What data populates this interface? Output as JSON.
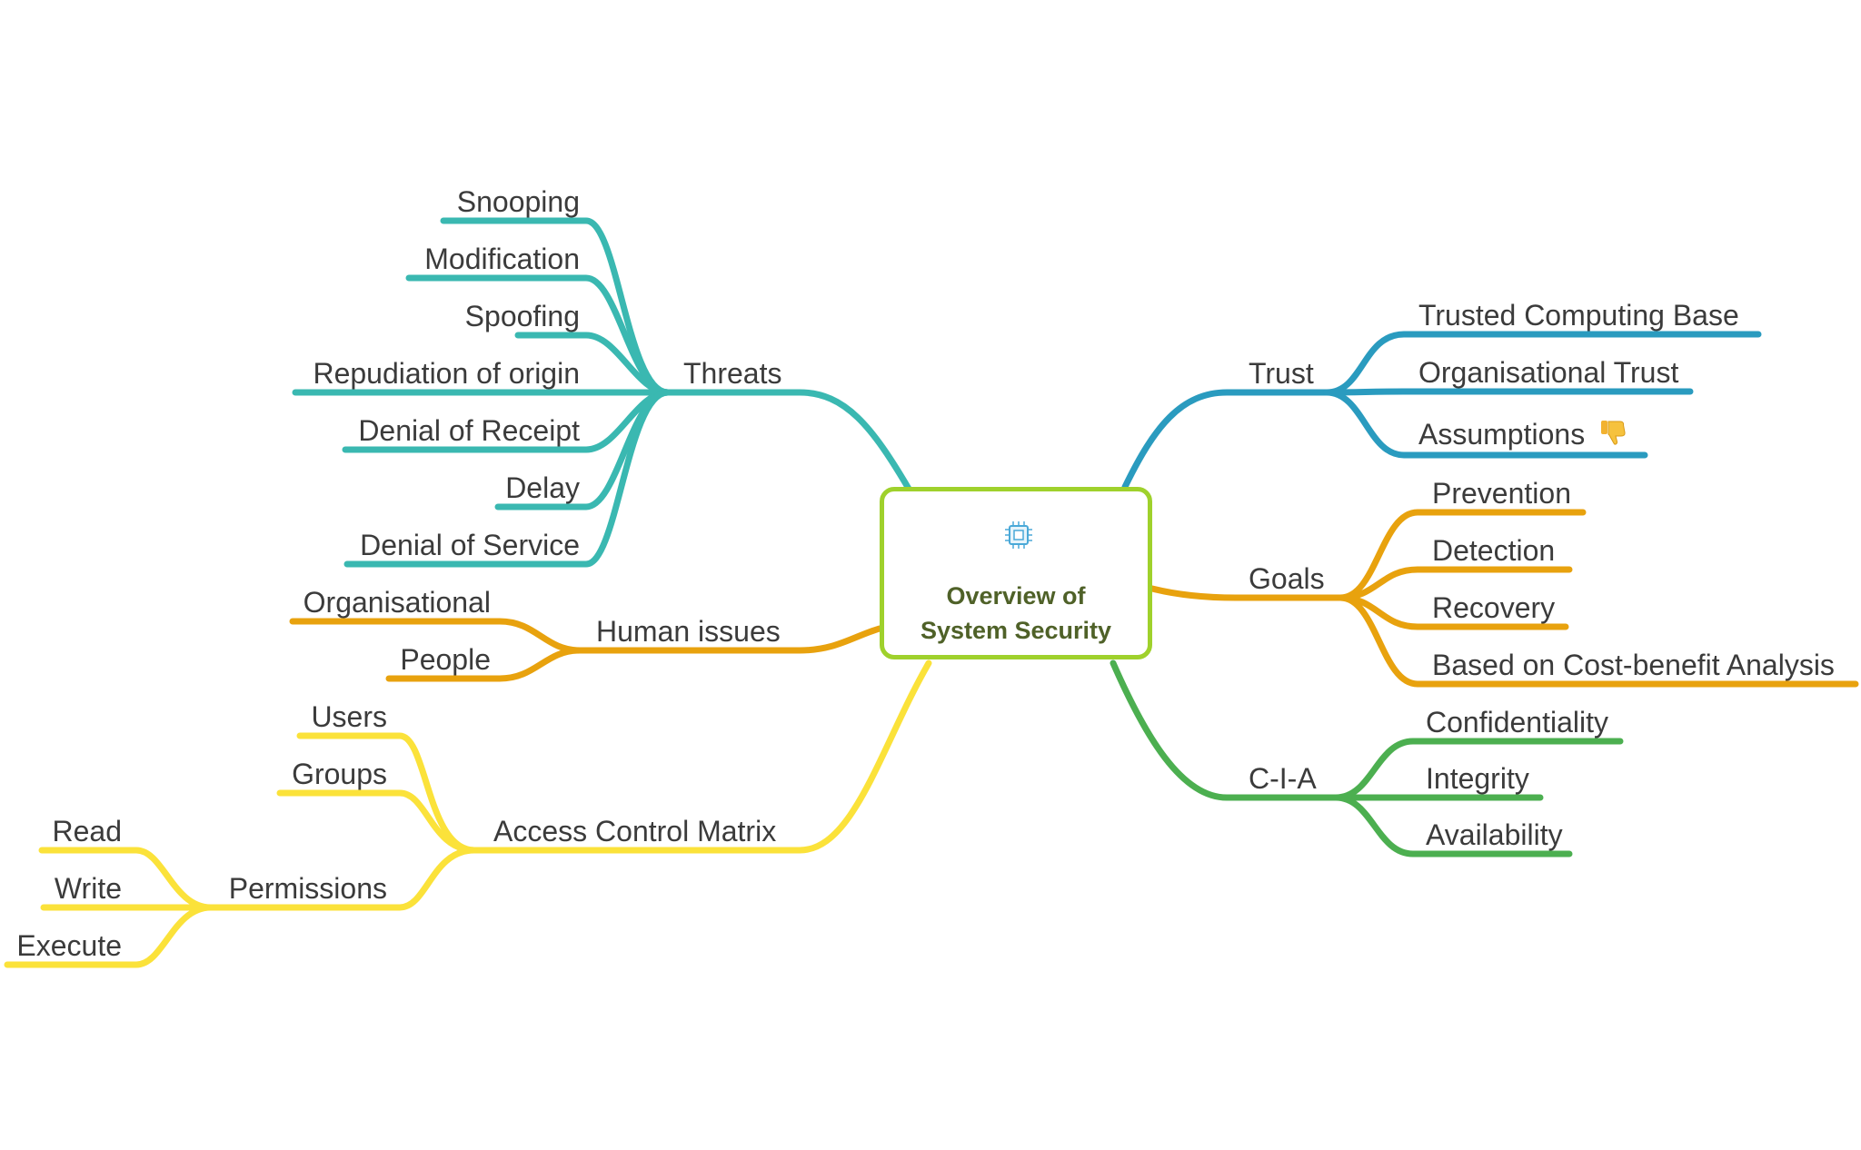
{
  "center": {
    "line1": "Overview of",
    "line2": "System Security",
    "icon": "microchip-icon"
  },
  "colors": {
    "threats": "#3ab8b1",
    "trust": "#2a9bbf",
    "goals": "#e8a20e",
    "cia": "#4caf50",
    "human": "#e8a20e",
    "access": "#fbe23a",
    "center_border": "#9fd12c"
  },
  "branches": {
    "threats": {
      "label": "Threats",
      "children": [
        "Snooping",
        "Modification",
        "Spoofing",
        "Repudiation of origin",
        "Denial of Receipt",
        "Delay",
        "Denial of Service"
      ]
    },
    "human": {
      "label": "Human issues",
      "children": [
        "Organisational",
        "People"
      ]
    },
    "access": {
      "label": "Access Control Matrix",
      "children": [
        "Users",
        "Groups"
      ],
      "permissions": {
        "label": "Permissions",
        "children": [
          "Read",
          "Write",
          "Execute"
        ]
      }
    },
    "trust": {
      "label": "Trust",
      "children": [
        "Trusted Computing Base",
        "Organisational Trust",
        "Assumptions"
      ],
      "assumptions_icon": "thumbs-down-icon"
    },
    "goals": {
      "label": "Goals",
      "children": [
        "Prevention",
        "Detection",
        "Recovery",
        "Based on Cost-benefit Analysis"
      ]
    },
    "cia": {
      "label": "C-I-A",
      "children": [
        "Confidentiality",
        "Integrity",
        "Availability"
      ]
    }
  }
}
